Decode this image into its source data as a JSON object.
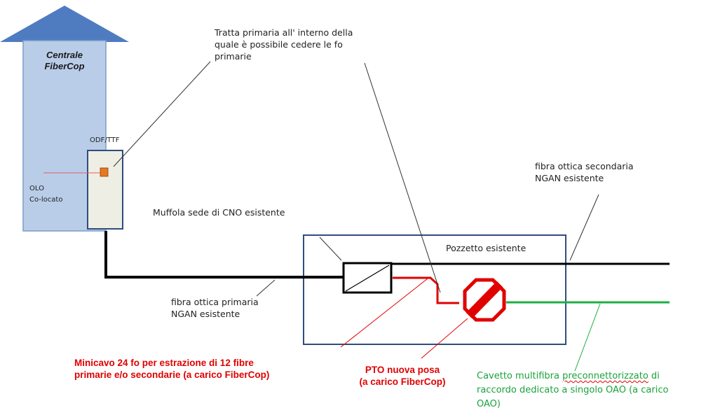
{
  "labels": {
    "central_office": [
      "Centrale",
      "FiberCop"
    ],
    "odf": "ODF/TTF",
    "olo": [
      "OLO",
      "Co-locato"
    ],
    "primary_section": [
      "Tratta primaria all' interno della",
      "quale è possibile cedere le fo",
      "primarie"
    ],
    "secondary_fiber": [
      "fibra ottica secondaria",
      "NGAN esistente"
    ],
    "splice_closure": "Muffola sede di CNO esistente",
    "manhole": "Pozzetto esistente",
    "primary_fiber": [
      "fibra ottica primaria",
      "NGAN esistente"
    ],
    "minicable": [
      "Minicavo 24 fo per estrazione di 12 fibre",
      "primarie e/o secondarie (a carico FiberCop)"
    ],
    "pto": [
      "PTO nuova posa",
      "(a carico FiberCop)"
    ],
    "drop_cable": {
      "line1_prefix": "Cavetto multifibra ",
      "line1_word": "preconnettorizzato",
      "line1_suffix": " di",
      "line2": "raccordo dedicato a singolo OAO (a carico",
      "line3": "OAO)"
    }
  },
  "colors": {
    "building_fill": "#b9cde9",
    "building_stroke": "#7a9cc8",
    "roof": "#4f7cc0",
    "cabinet_fill": "#eeeee4",
    "box_stroke": "#2f4d7e",
    "fiber_black": "#000000",
    "fiber_red": "#e00000",
    "fiber_green": "#1fae45",
    "port_orange": "#e87722"
  }
}
